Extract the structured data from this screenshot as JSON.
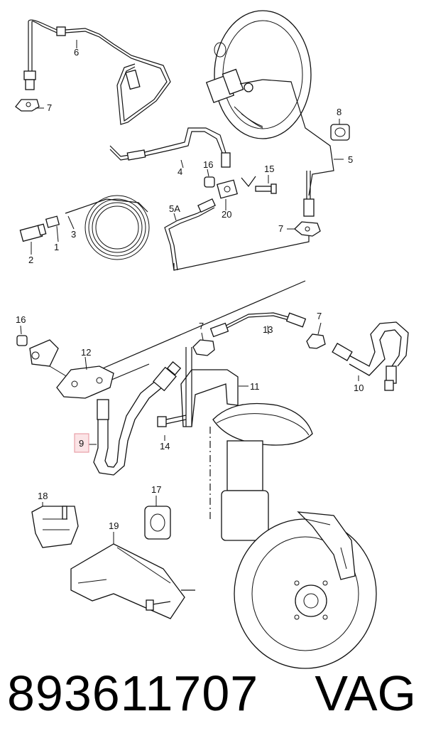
{
  "diagram": {
    "labels": {
      "l1": "1",
      "l2": "2",
      "l3": "3",
      "l4": "4",
      "l5": "5",
      "l5a": "5A",
      "l6": "6",
      "l7a": "7",
      "l7b": "7",
      "l7c": "7",
      "l7d": "7",
      "l8": "8",
      "l9": "9",
      "l10": "10",
      "l11": "11",
      "l12": "12",
      "l13": "13",
      "l14": "14",
      "l15": "15",
      "l16a": "16",
      "l16b": "16",
      "l17": "17",
      "l18": "18",
      "l19": "19",
      "l20": "20"
    },
    "highlight_color": "#e8a0a8"
  },
  "footer": {
    "part_number": "893611707",
    "brand": "VAG"
  }
}
